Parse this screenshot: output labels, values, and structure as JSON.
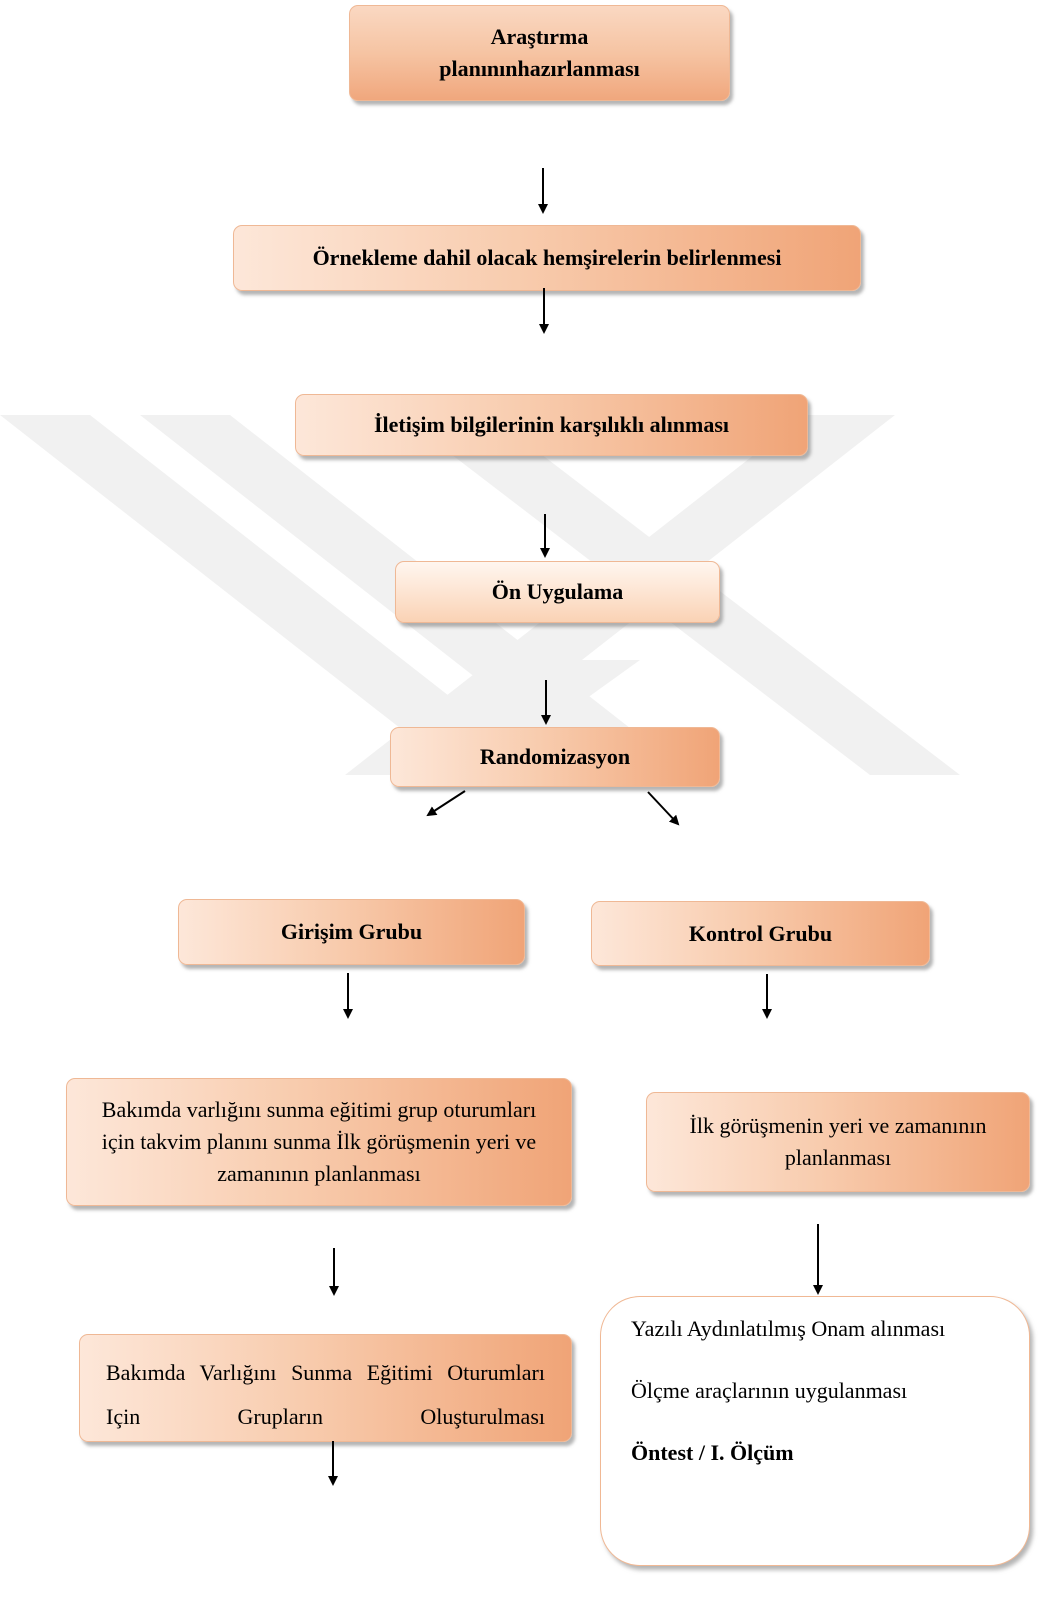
{
  "steps": {
    "plan": "Araştırma planınınhazırlanması",
    "sample": "Örnekleme dahil olacak hemşirelerin belirlenmesi",
    "contact": "İletişim bilgilerinin karşılıklı alınması",
    "pilot": "Ön Uygulama",
    "random": "Randomizasyon"
  },
  "groups": {
    "intervention": {
      "title": "Girişim Grubu",
      "step1": "Bakımda varlığını sunma eğitimi grup oturumları için takvim planını sunma İlk görüşmenin yeri ve zamanının planlanması",
      "step2": "Bakımda Varlığını Sunma Eğitimi Oturumları Için Grupların Oluşturulması"
    },
    "control": {
      "title": "Kontrol Grubu",
      "step1": "İlk görüşmenin yeri ve zamanının planlanması",
      "step2": {
        "line1": "Yazılı Aydınlatılmış Onam alınması",
        "line2": "Ölçme araçlarının uygulanması",
        "line3": "Öntest / I. Ölçüm"
      }
    }
  },
  "colors": {
    "box_fill": "#f6c4a3",
    "box_border": "#efb895",
    "watermark": "#f0f0f0"
  }
}
